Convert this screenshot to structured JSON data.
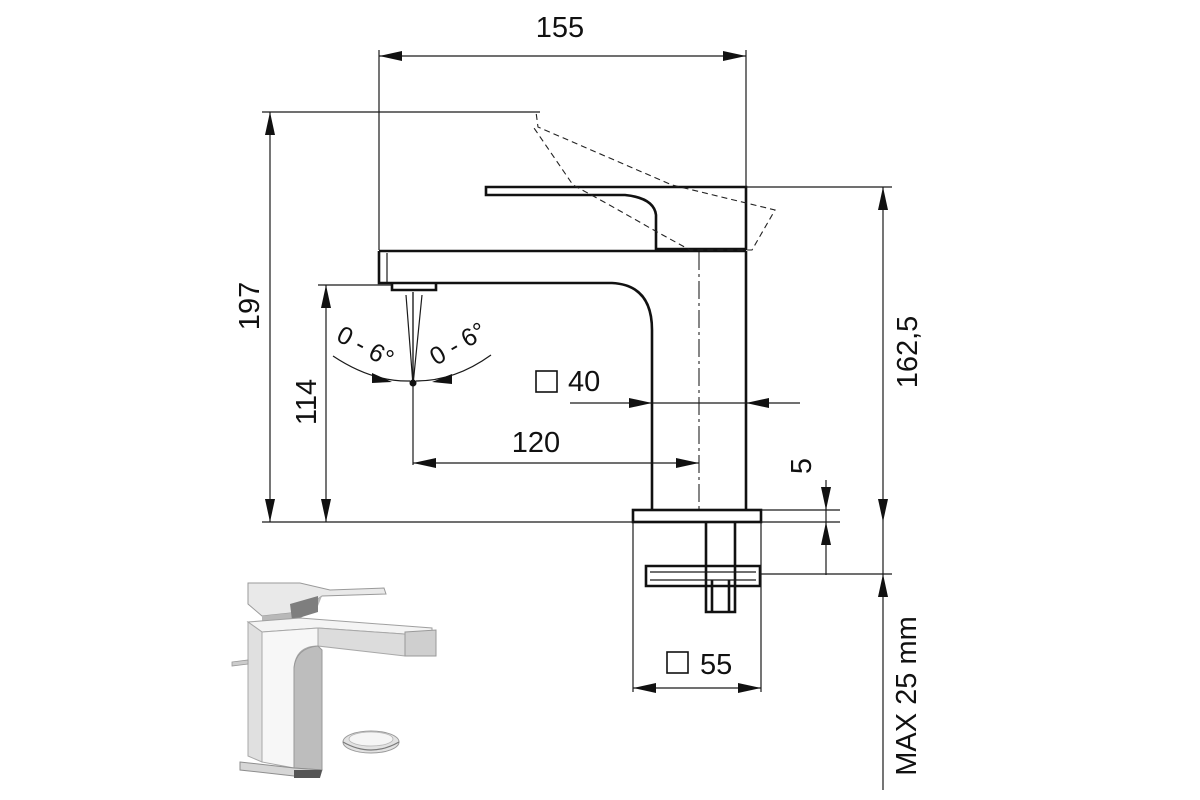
{
  "dimensions": {
    "width_total": "155",
    "height_lever": "197",
    "height_body": "162,5",
    "spout_height": "114",
    "spout_reach": "120",
    "body_square": "40",
    "base_square": "55",
    "base_thickness": "5",
    "max_deck": "MAX 25 mm",
    "tilt_left": "0 - 6°",
    "tilt_right": "0 - 6°"
  },
  "icons": {
    "square_symbol": "square-outline"
  },
  "colors": {
    "line": "#111111",
    "background": "#ffffff",
    "chrome_light": "#f2f2f2",
    "chrome_dark": "#8a8a8a"
  }
}
